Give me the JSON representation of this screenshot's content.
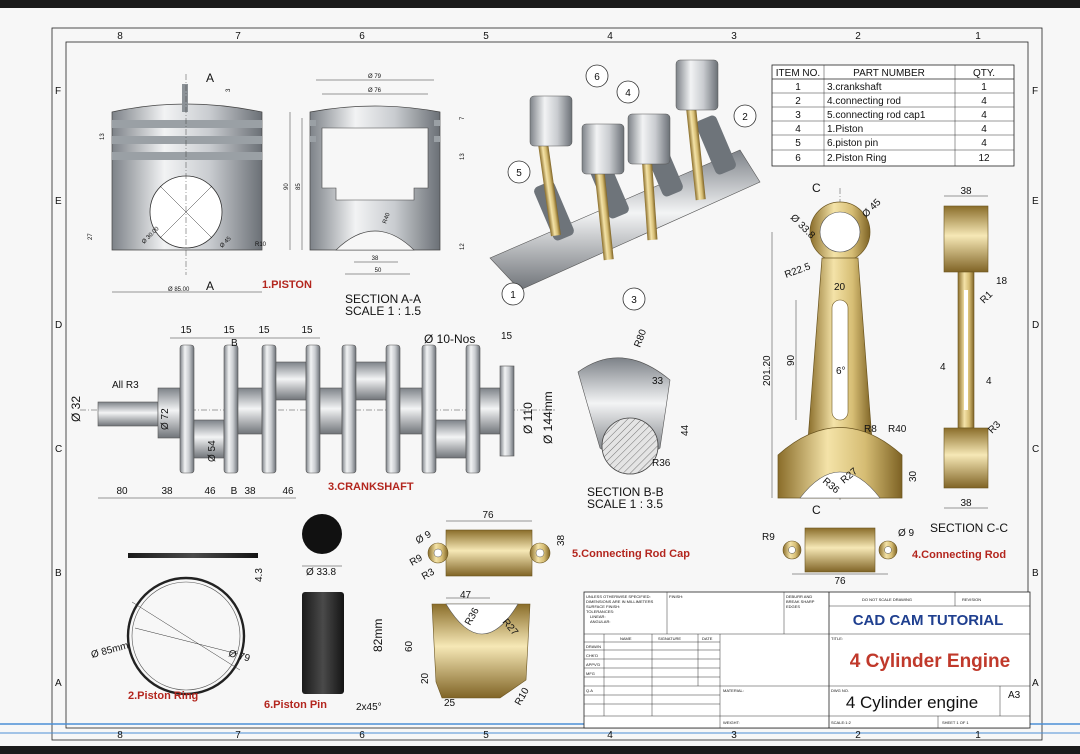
{
  "border": {
    "columns": [
      "8",
      "7",
      "6",
      "5",
      "4",
      "3",
      "2",
      "1"
    ],
    "rows": [
      "F",
      "E",
      "D",
      "C",
      "B",
      "A"
    ]
  },
  "piston": {
    "caption": "1.PISTON",
    "section_label": "A",
    "dims": {
      "bottom_dia": "Ø 85.00",
      "pin_dia": "Ø 30.00",
      "pin_dia2": "Ø 45",
      "r10": "R10",
      "h27": "27",
      "h13": "13",
      "h3": "3"
    },
    "section_caption": "SECTION A-A",
    "section_scale": "SCALE 1 : 1.5",
    "section_dims": {
      "d79": "Ø 79",
      "d76": "Ø 76",
      "r40": "R40",
      "w38": "38",
      "w50": "50",
      "h90": "90",
      "h85": "85",
      "h12": "12",
      "h13": "13",
      "h7": "7"
    }
  },
  "crankshaft": {
    "caption": "3.CRANKSHAFT",
    "dims": {
      "top": [
        "15",
        "15",
        "15",
        "15"
      ],
      "b_label": "B",
      "holes": "Ø 10-Nos",
      "top_right": "15",
      "all_r": "All R3",
      "d32": "Ø 32",
      "d72": "Ø 72",
      "d54": "Ø 54",
      "d110": "Ø 110",
      "d144": "Ø 144mm",
      "bottom": [
        "80",
        "38",
        "46",
        "B",
        "38",
        "46"
      ]
    }
  },
  "section_bb": {
    "caption": "SECTION B-B",
    "scale": "SCALE 1 : 3.5",
    "dims": {
      "r80": "R80",
      "d33": "33",
      "d44": "44",
      "r36": "R36"
    }
  },
  "assembly": {
    "balloons": [
      "1",
      "2",
      "3",
      "4",
      "5",
      "6"
    ]
  },
  "bom": {
    "headers": [
      "ITEM NO.",
      "PART NUMBER",
      "QTY."
    ],
    "rows": [
      [
        "1",
        "3.crankshaft",
        "1"
      ],
      [
        "2",
        "4.connecting rod",
        "4"
      ],
      [
        "3",
        "5.connecting rod cap1",
        "4"
      ],
      [
        "4",
        "1.Piston",
        "4"
      ],
      [
        "5",
        "6.piston pin",
        "4"
      ],
      [
        "6",
        "2.Piston Ring",
        "12"
      ]
    ]
  },
  "rod": {
    "caption": "4.Connecting Rod",
    "section_label": "C",
    "dims": {
      "d338": "Ø 33.8",
      "d45": "Ø 45",
      "r225": "R22.5",
      "w20": "20",
      "h201": "201.20",
      "h90": "90",
      "ang": "6°",
      "r8": "R8",
      "r40": "R40",
      "r36": "R36",
      "r27": "R27",
      "h30": "30"
    },
    "section_caption": "SECTION C-C",
    "section_dims": {
      "w38top": "38",
      "w18": "18",
      "r1": "R1",
      "w4a": "4",
      "w4b": "4",
      "r3": "R3",
      "w38bot": "38"
    }
  },
  "rod_cap": {
    "caption": "5.Connecting Rod Cap",
    "dims": {
      "w76": "76",
      "d9": "Ø 9",
      "r9": "R9",
      "r3": "R3",
      "h38": "38",
      "w47": "47",
      "r36": "R36",
      "r27": "R27",
      "h60": "60",
      "h20": "20",
      "w25": "25",
      "r10": "R10"
    }
  },
  "rod_bottom": {
    "dims": {
      "r9": "R9",
      "d9": "Ø 9",
      "w76": "76"
    }
  },
  "piston_ring": {
    "caption": "2.Piston Ring",
    "dims": {
      "d85": "Ø 85mm",
      "d79": "Ø 79",
      "h43": "4.3"
    }
  },
  "piston_pin": {
    "caption": "6.Piston Pin",
    "dims": {
      "d338": "Ø 33.8",
      "h82": "82mm",
      "chamfer": "2x45°"
    }
  },
  "title_block": {
    "notes": [
      "UNLESS OTHERWISE SPECIFIED:",
      "DIMENSIONS ARE IN MILLIMETERS",
      "SURFACE FINISH:",
      "TOLERANCES:",
      "LINEAR:",
      "ANGULAR:"
    ],
    "finish": "FINISH:",
    "deburr": [
      "DEBURR AND",
      "BREAK SHARP",
      "EDGES"
    ],
    "do_not_scale": "DO NOT SCALE DRAWING",
    "revision": "REVISION",
    "company": "CAD CAM TUTORIAL",
    "cols": [
      "NAME",
      "SIGNATURE",
      "DATE"
    ],
    "rows": [
      "DRAWN",
      "CHK'D",
      "APPV'D",
      "MFG",
      "Q.A"
    ],
    "title_label": "TITLE:",
    "title": "4 Cylinder Engine",
    "material": "MATERIAL:",
    "dwg_label": "DWG NO.",
    "dwg_no": "4 Cylinder engine",
    "size": "A3",
    "weight": "WEIGHT:",
    "scale": "SCALE:1:2",
    "sheet": "SHEET 1 OF 1"
  }
}
